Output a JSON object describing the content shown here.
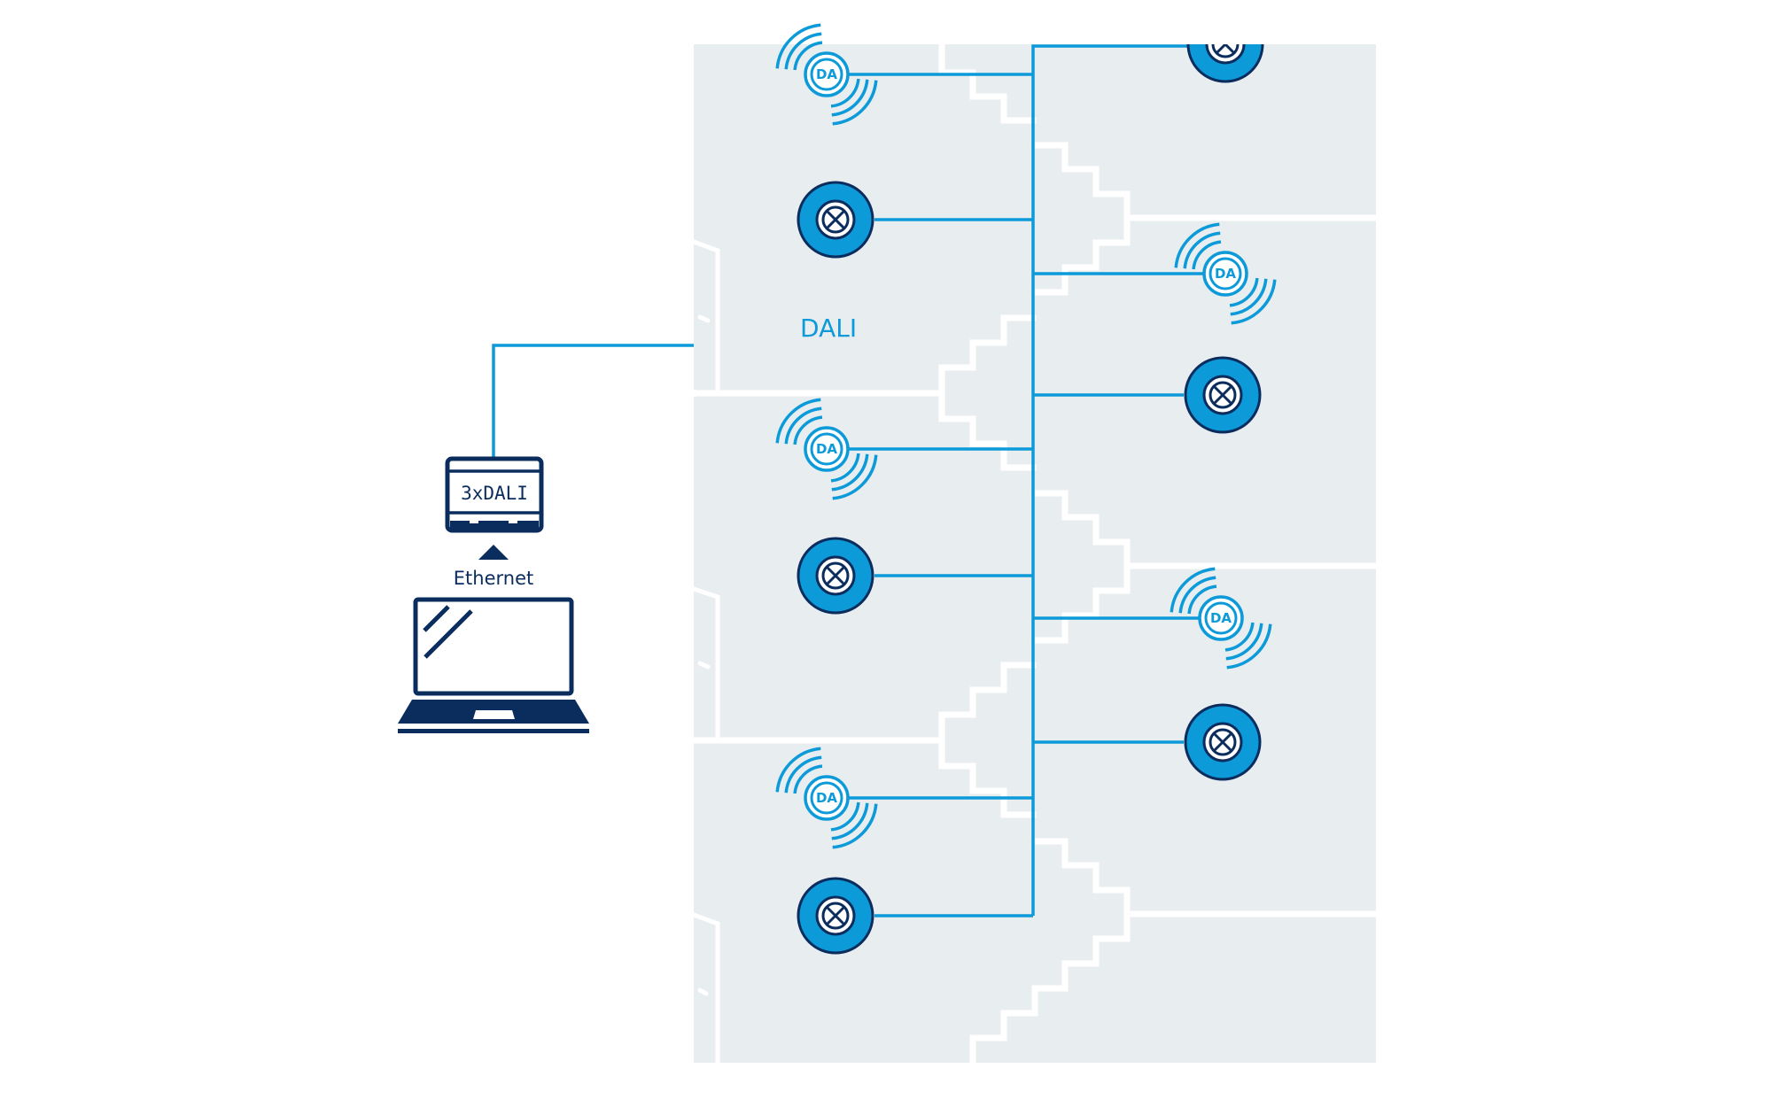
{
  "diagram": {
    "bus_label": "DALI",
    "gateway": {
      "label": "3xDALI",
      "icon": "dali-gateway-icon"
    },
    "connection_label": "Ethernet",
    "computer": {
      "icon": "laptop-icon"
    },
    "sensor_label": "DA",
    "colors": {
      "bus": "#0d9ad9",
      "device_navy": "#0b2d5e",
      "floor": "#e8edf0",
      "walls": "#ffffff",
      "luminaire_fill": "#0d9ad9"
    },
    "devices": {
      "sensors": [
        {
          "id": "sensor-1",
          "column": "left",
          "room": 1
        },
        {
          "id": "sensor-2",
          "column": "left",
          "room": 2
        },
        {
          "id": "sensor-3",
          "column": "left",
          "room": 3
        },
        {
          "id": "sensor-4",
          "column": "right",
          "room": 2
        },
        {
          "id": "sensor-5",
          "column": "right",
          "room": 3
        }
      ],
      "luminaires": [
        {
          "id": "luminaire-1",
          "column": "left",
          "room": 1
        },
        {
          "id": "luminaire-2",
          "column": "left",
          "room": 2
        },
        {
          "id": "luminaire-3",
          "column": "left",
          "room": 3
        },
        {
          "id": "luminaire-4",
          "column": "right",
          "room": 1
        },
        {
          "id": "luminaire-5",
          "column": "right",
          "room": 2
        },
        {
          "id": "luminaire-6",
          "column": "right",
          "room": 3
        }
      ]
    }
  }
}
